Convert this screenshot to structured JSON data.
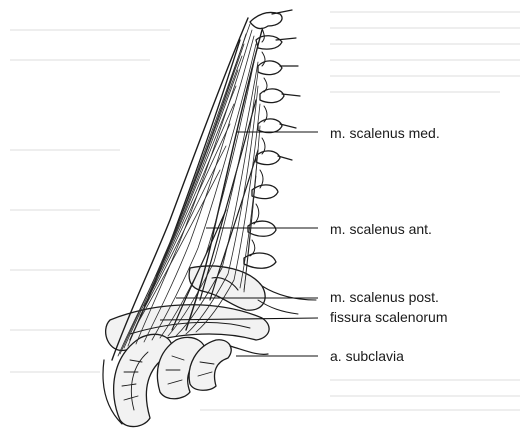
{
  "labels": {
    "scalenus_med": "m. scalenus med.",
    "scalenus_ant": "m. scalenus ant.",
    "scalenus_post": "m. scalenus post.",
    "fissura": "fissura scalenorum",
    "subclavia": "a. subclavia"
  }
}
